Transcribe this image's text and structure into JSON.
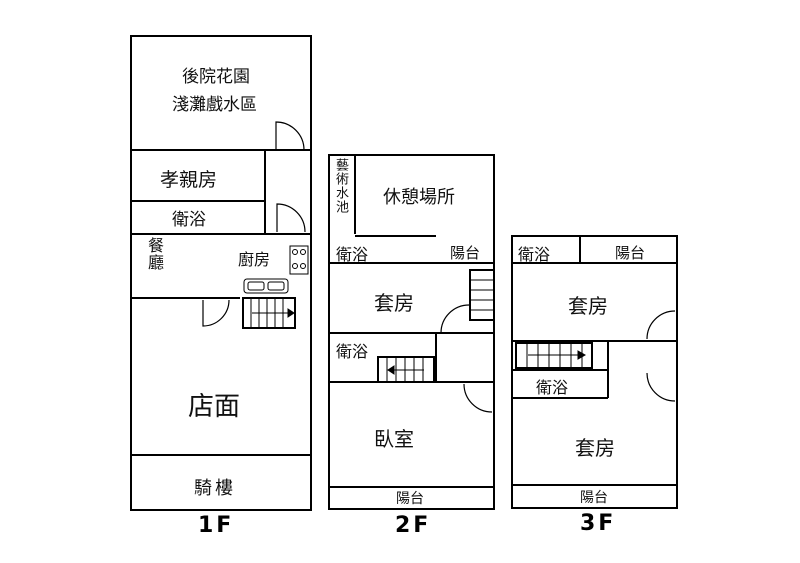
{
  "floors": {
    "f1": {
      "label": "1F",
      "rooms": {
        "garden_line1": "後院花園",
        "garden_line2": "淺灘戲水區",
        "parents_room": "孝親房",
        "bathroom": "衛浴",
        "dining": "餐廳",
        "kitchen": "廚房",
        "shop": "店面",
        "arcade": "騎樓"
      }
    },
    "f2": {
      "label": "2F",
      "rooms": {
        "art_pool": "藝術水池",
        "lounge": "休憩場所",
        "bathroom_top": "衛浴",
        "balcony_top": "陽台",
        "suite": "套房",
        "bathroom_mid": "衛浴",
        "bedroom": "臥室",
        "balcony_bottom": "陽台"
      }
    },
    "f3": {
      "label": "3F",
      "rooms": {
        "bathroom_top": "衛浴",
        "balcony_top": "陽台",
        "suite_top": "套房",
        "bathroom_mid": "衛浴",
        "suite_bottom": "套房",
        "balcony_bottom": "陽台"
      }
    }
  }
}
